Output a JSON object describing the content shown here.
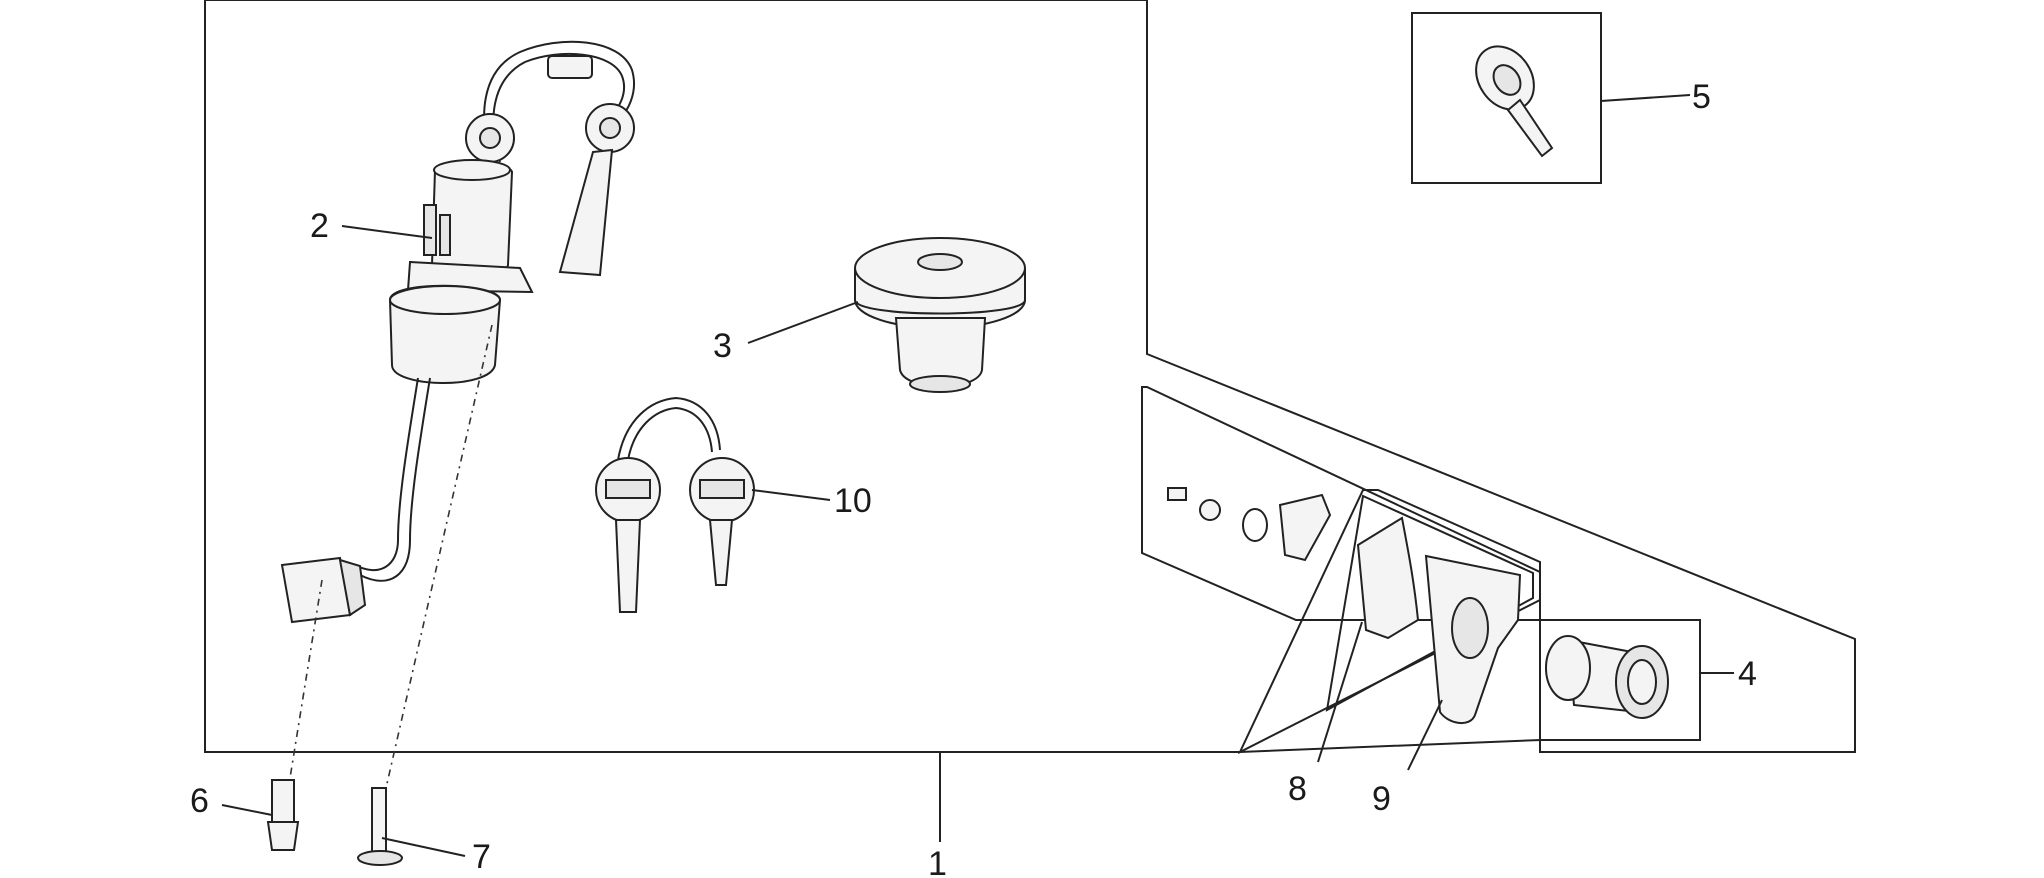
{
  "callouts": [
    {
      "id": "1",
      "label": "1"
    },
    {
      "id": "2",
      "label": "2"
    },
    {
      "id": "3",
      "label": "3"
    },
    {
      "id": "4",
      "label": "4"
    },
    {
      "id": "5",
      "label": "5"
    },
    {
      "id": "6",
      "label": "6"
    },
    {
      "id": "7",
      "label": "7"
    },
    {
      "id": "8",
      "label": "8"
    },
    {
      "id": "9",
      "label": "9"
    },
    {
      "id": "10",
      "label": "10"
    }
  ],
  "colors": {
    "line": "#222222",
    "background": "#ffffff",
    "fill": "#f4f4f4"
  }
}
